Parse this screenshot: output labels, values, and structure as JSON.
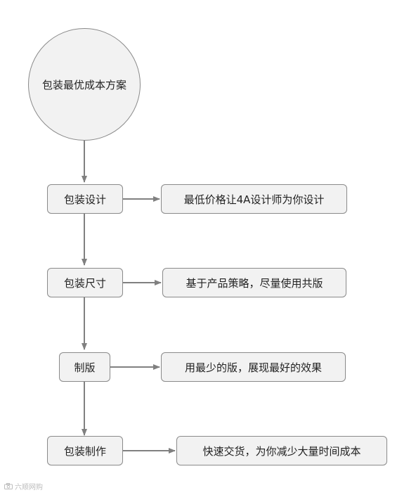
{
  "start": {
    "label": "包装最优成本方案"
  },
  "steps": [
    {
      "label": "包装设计",
      "description": "最低价格让4A设计师为你设计"
    },
    {
      "label": "包装尺寸",
      "description": "基于产品策略，尽量使用共版"
    },
    {
      "label": "制版",
      "description": "用最少的版，展现最好的效果"
    },
    {
      "label": "包装制作",
      "description": "快速交货，为你减少大量时间成本"
    }
  ],
  "watermark": {
    "text": "六顺网购"
  },
  "colors": {
    "node_fill": "#f2f2f2",
    "node_border": "#8a8a8a",
    "connector": "#808080",
    "watermark": "#bdbdbd"
  }
}
